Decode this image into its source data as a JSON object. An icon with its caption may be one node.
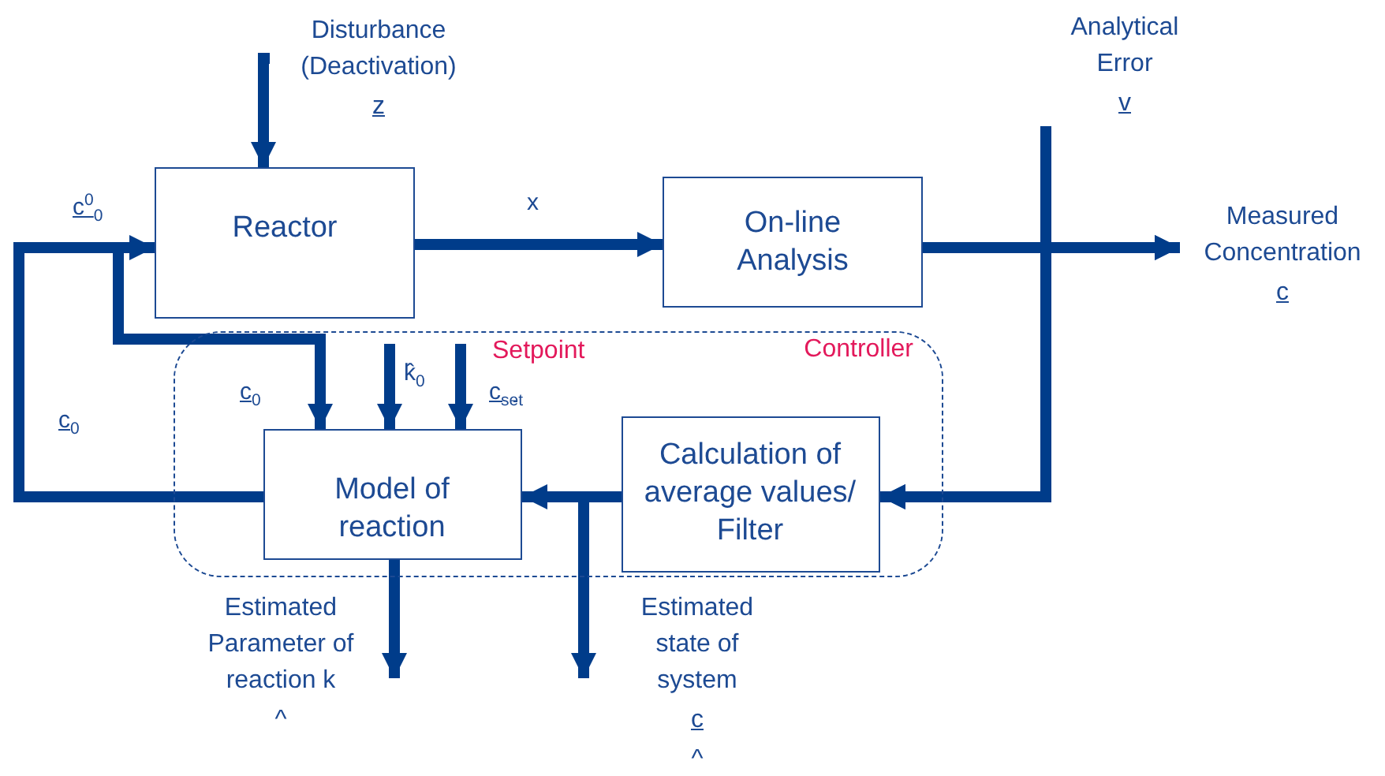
{
  "diagram": {
    "nodes": [
      {
        "text": [
          "Disturbance (Deactivation)",
          "z"
        ]
      },
      {
        "text": [
          "Analytical Error",
          "v"
        ]
      },
      {
        "text": [
          "Reactor"
        ]
      },
      {
        "text": [
          "On-line Analysis"
        ]
      },
      {
        "text": [
          "Measured Concentration",
          "c"
        ]
      },
      {
        "text": [
          "Controller"
        ]
      },
      {
        "text": [
          "Model of reaction"
        ],
        "in": 5
      },
      {
        "text": [
          "Calculation of average values/ Filter"
        ],
        "in": 5
      },
      {
        "text": [
          "Estimated Parameter of reaction k",
          "^"
        ]
      },
      {
        "text": [
          "Estimated state of system",
          "c",
          "^"
        ]
      }
    ],
    "edges": [
      {
        "from": 0,
        "to": 2,
        "arrow": "to"
      },
      {
        "from": 1,
        "to": 4,
        "arrow": "to"
      },
      {
        "from": 1,
        "to": 7,
        "arrow": "to"
      },
      {
        "from": 2,
        "to": 3,
        "arrow": "to",
        "label": "x"
      },
      {
        "from": 3,
        "to": 4,
        "arrow": "to"
      },
      {
        "from": 3,
        "to": 7,
        "arrow": "to"
      },
      {
        "from": 6,
        "to": 2,
        "arrow": "to",
        "label": "c$_{0}$"
      },
      {
        "from": null,
        "to": 6,
        "arrow": "to",
        "label": "c$_{0}$"
      },
      {
        "from": null,
        "to": 6,
        "arrow": "to",
        "label": "k̂$_{0}$"
      },
      {
        "from": null,
        "to": 6,
        "arrow": "to",
        "label": "c$_{set}$"
      },
      {
        "from": 7,
        "to": 6,
        "arrow": "to"
      },
      {
        "from": 6,
        "to": 8,
        "arrow": "to"
      },
      {
        "from": 7,
        "to": 9,
        "arrow": "to"
      }
    ],
    "labels": [
      "c$^{0}$$_{0}$",
      "Setpoint"
    ]
  }
}
